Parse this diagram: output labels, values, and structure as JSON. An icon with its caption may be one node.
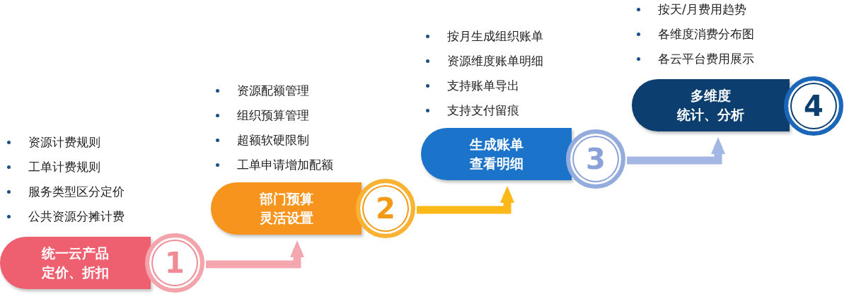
{
  "diagram": {
    "nodes": [
      {
        "text": [
          "统一云产品定价、折扣"
        ],
        "beside": [
          "资源计费规则",
          "工单计费规则",
          "服务类型区分定价",
          "公共资源分摊计费"
        ]
      },
      {
        "text": [
          "1"
        ]
      },
      {
        "text": [
          "部门预算灵活设置"
        ],
        "beside": [
          "资源配额管理",
          "组织预算管理",
          "超额软硬限制",
          "工单申请增加配额"
        ]
      },
      {
        "text": [
          "2"
        ]
      },
      {
        "text": [
          "生成账单查看明细"
        ],
        "beside": [
          "按月生成组织账单",
          "资源维度账单明细",
          "支持账单导出",
          "支持支付留痕"
        ]
      },
      {
        "text": [
          "3"
        ]
      },
      {
        "text": [
          "多维度统计、分析"
        ],
        "beside": [
          "按天/月费用趋势",
          "各维度消费分布图",
          "各云平台费用展示"
        ]
      },
      {
        "text": [
          "4"
        ]
      }
    ],
    "edges": [
      {
        "from": 1,
        "to": 2,
        "arrow": "to",
        "color": "#f4a7ae"
      },
      {
        "from": 3,
        "to": 4,
        "arrow": "to",
        "color": "#fbb817"
      },
      {
        "from": 5,
        "to": 6,
        "arrow": "to",
        "color": "#a4b6e4"
      }
    ]
  }
}
